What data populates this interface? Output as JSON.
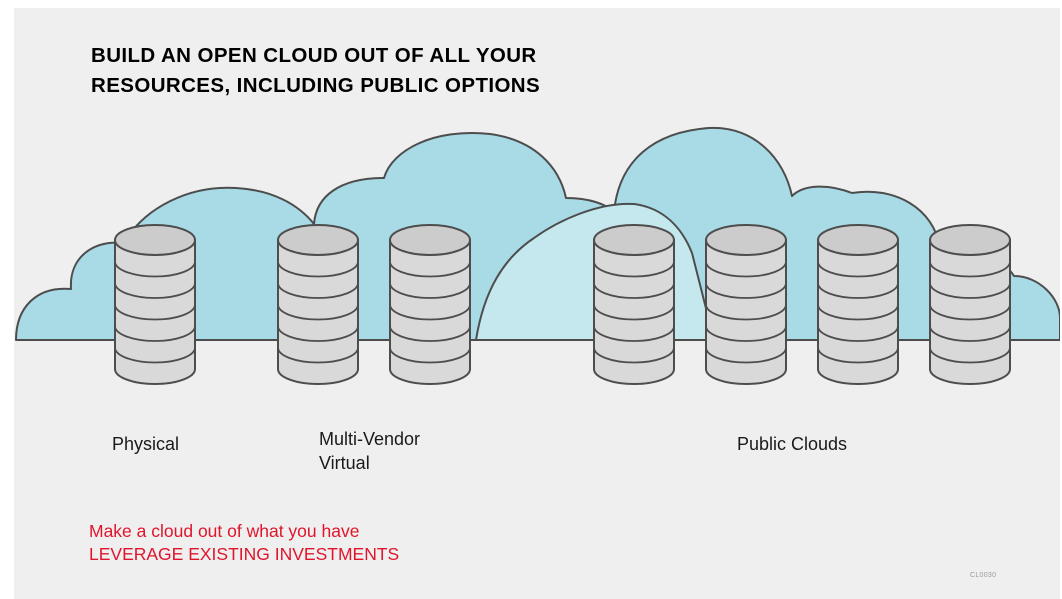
{
  "title": {
    "line1": "BUILD AN OPEN CLOUD OUT OF ALL YOUR",
    "line2": "RESOURCES, INCLUDING PUBLIC OPTIONS"
  },
  "groups": {
    "physical": {
      "label": "Physical",
      "servers": 1
    },
    "virtual": {
      "label_line1": "Multi-Vendor",
      "label_line2": "Virtual",
      "servers": 2
    },
    "public": {
      "label": "Public Clouds",
      "servers": 4
    }
  },
  "tagline": {
    "line1": "Make a cloud out of what you have",
    "line2": "LEVERAGE EXISTING INVESTMENTS"
  },
  "code": "CL0030",
  "colors": {
    "background": "#efefef",
    "cloud_dark": "#a9dbe7",
    "cloud_light": "#c5e8ef",
    "server_fill": "#d9d9d9",
    "server_top": "#cccccc",
    "outline": "#4d4d4d",
    "tagline": "#e0152c"
  },
  "icons": {
    "cloud": "cloud-icon",
    "server": "database-stack-icon"
  }
}
